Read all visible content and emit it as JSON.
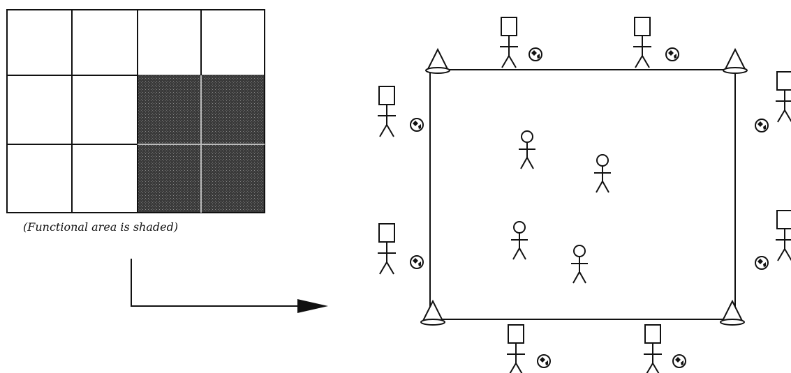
{
  "grid": {
    "rows": 3,
    "cols": 4,
    "shaded_cells": [
      [
        1,
        2
      ],
      [
        1,
        3
      ],
      [
        2,
        2
      ],
      [
        2,
        3
      ]
    ],
    "caption": "(Functional area is shaded)"
  },
  "field": {
    "outer_players": 8,
    "inner_players": 4,
    "cones": 4
  },
  "colors": {
    "ink": "#111111",
    "shade": "#3a3a3a",
    "background": "#ffffff"
  }
}
